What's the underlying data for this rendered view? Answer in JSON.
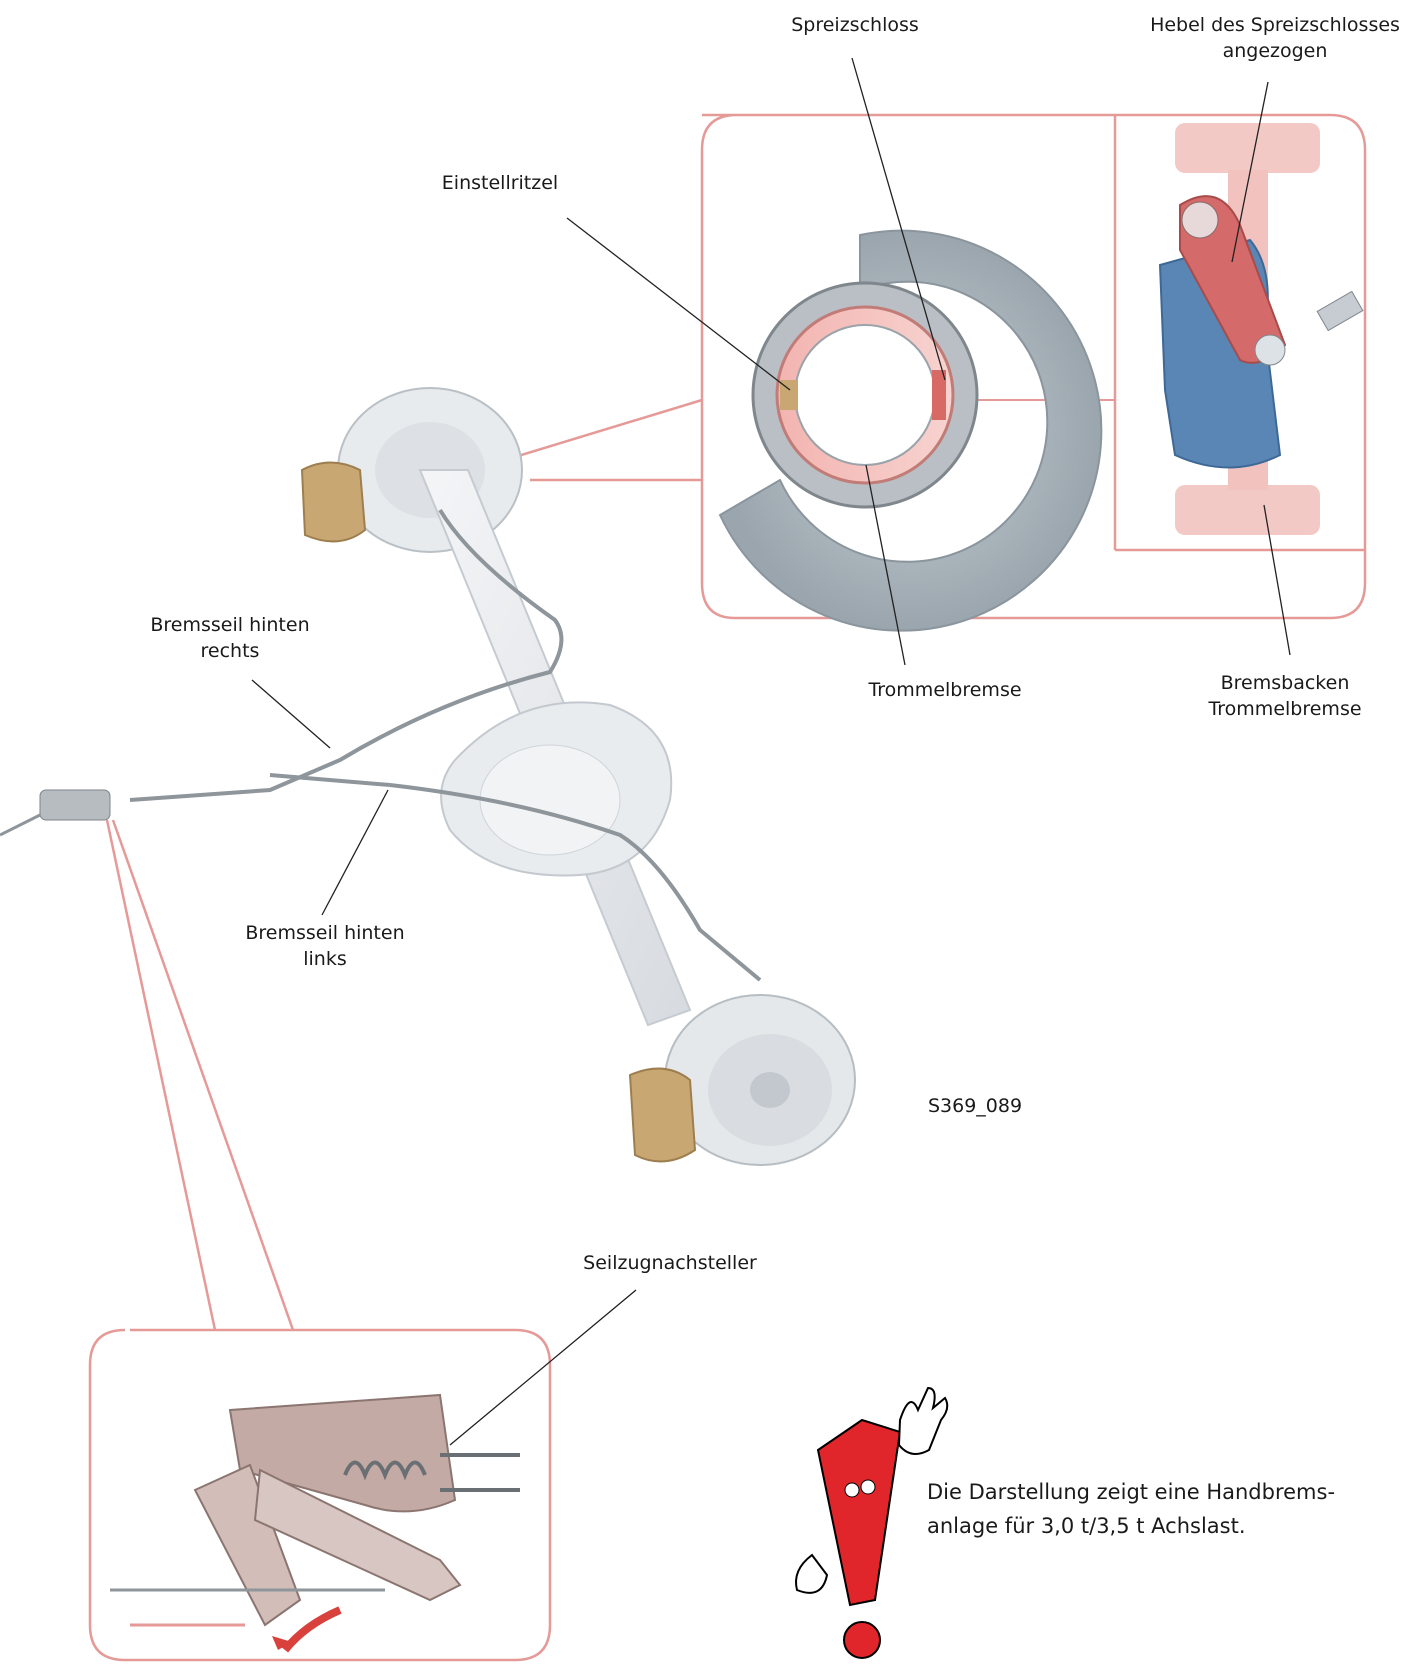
{
  "figure_id": "S369_089",
  "labels": {
    "spreizschloss": "Spreizschloss",
    "hebel_line1": "Hebel des Spreizschlosses",
    "hebel_line2": "angezogen",
    "einstellritzel": "Einstellritzel",
    "bremsseil_rechts_line1": "Bremsseil hinten",
    "bremsseil_rechts_line2": "rechts",
    "trommelbremse": "Trommelbremse",
    "bremsbacken_line1": "Bremsbacken",
    "bremsbacken_line2": "Trommelbremse",
    "bremsseil_links_line1": "Bremsseil hinten",
    "bremsseil_links_line2": "links",
    "seilzugnachsteller": "Seilzugnachsteller"
  },
  "note": {
    "line1": "Die Darstellung zeigt eine Handbrems-",
    "line2": "anlage für 3,0 t/3,5 t Achslast."
  },
  "colors": {
    "callout_red": "#e59a98",
    "pointer": "#222222",
    "shield_grey": "#a7b1b8",
    "axle_white": "#eceef0",
    "caliper_gold": "#c9a772",
    "lever_red": "#d46a6a",
    "shoe_blue": "#5a86b5",
    "warning_red": "#e0262a"
  }
}
